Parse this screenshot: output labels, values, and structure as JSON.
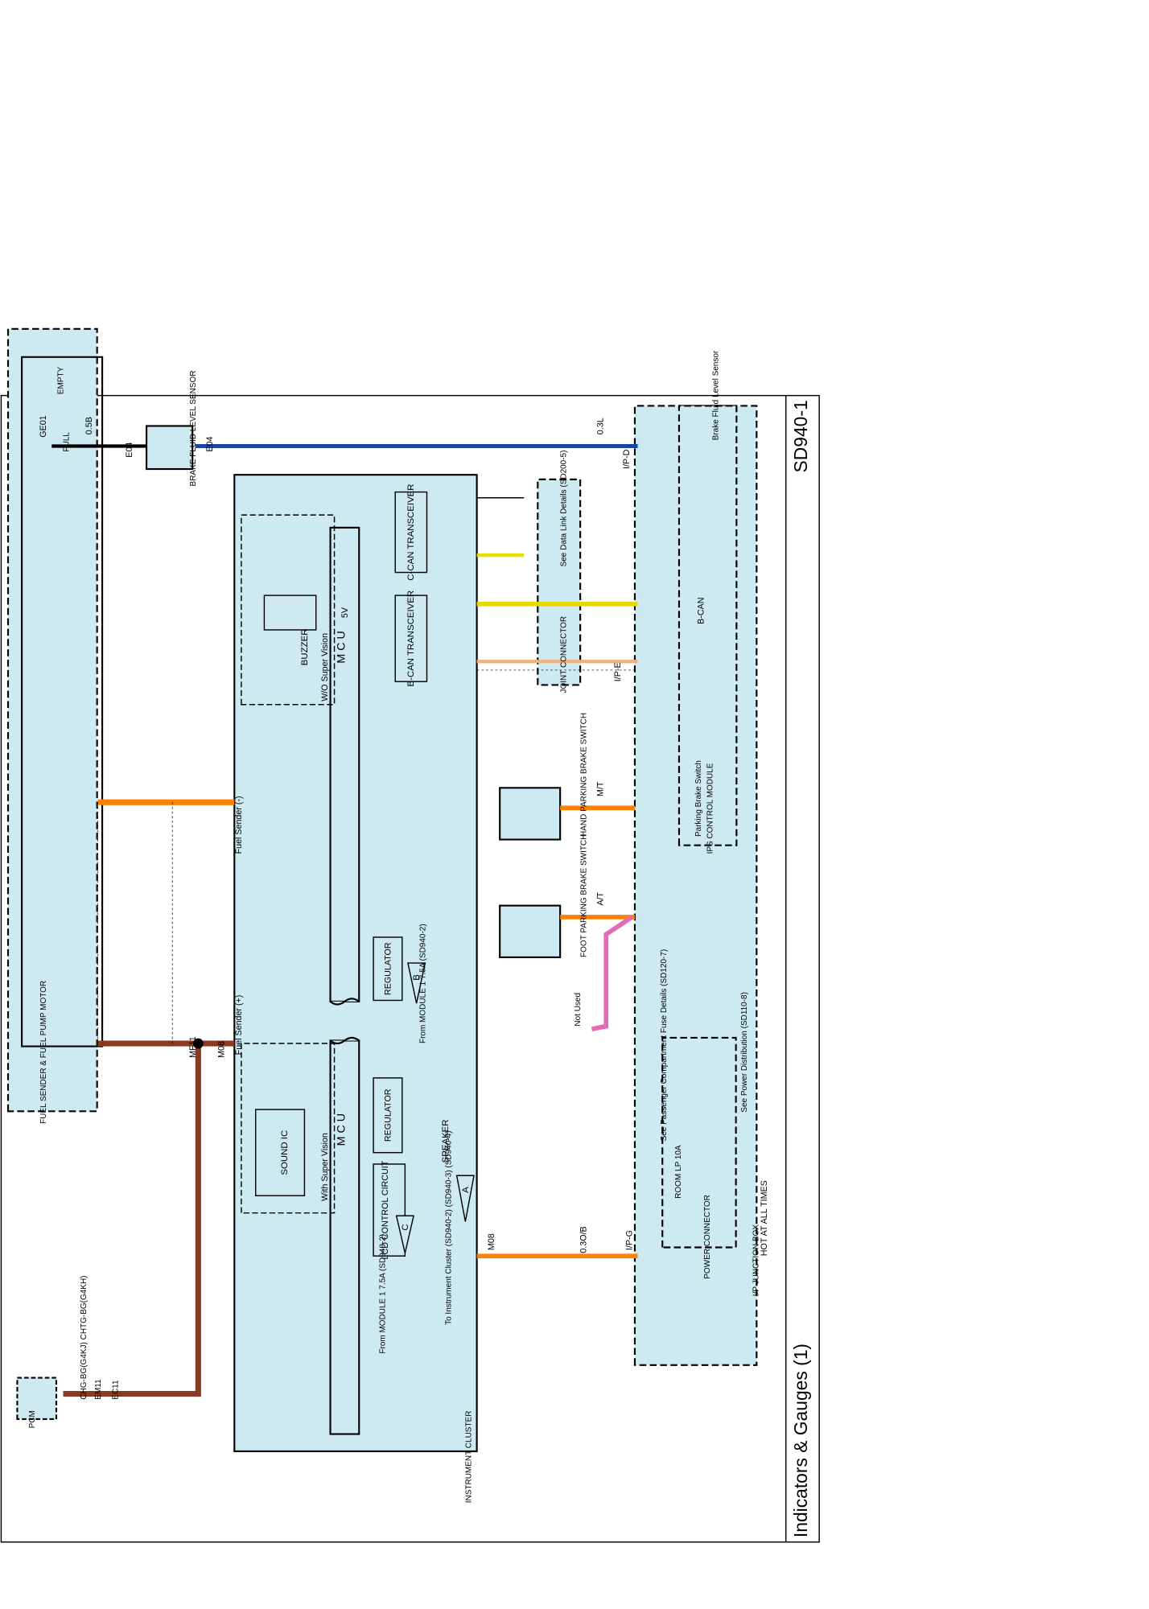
{
  "title": "Indicators & Gauges (1)",
  "page_code": "SD940-1",
  "labels": {
    "ccan_transceiver": "C-CAN TRANSCEIVER",
    "bcan_transceiver": "B-CAN TRANSCEIVER",
    "regulator": "REGULATOR",
    "lcd_control": "LCD CONTROL CIRCUIT",
    "sound_ic": "SOUND IC",
    "speaker": "SPEAKER",
    "buzzer": "BUZZER",
    "five_v": "5V",
    "mcu": "M C U",
    "wo_super_vision": "W/O Super Vision",
    "with_super_vision": "With Super Vision",
    "tri_a": "A",
    "tri_b": "B",
    "tri_c": "C",
    "ge01": "GE01",
    "w_05b": "0.5B",
    "e04": "E04",
    "brake_fluid_sensor": "BRAKE FLUID LEVEL SENSOR",
    "w_03l": "0.3L",
    "ip_d": "I/P-D",
    "brake_fluid_level_sensor": "Brake Fluid Level Sensor",
    "see_data_link": "See Data Link Details (SD200-5)",
    "bcan": "B-CAN",
    "ip_e": "I/P-E",
    "joint_connector": "JOINT CONNECTOR",
    "parking_brake_switch": "Parking Brake Switch",
    "ips_control_module": "IPS CONTROL MODULE",
    "mt": "M/T",
    "at": "A/T",
    "hand_parking": "HAND PARKING BRAKE SWITCH",
    "foot_parking": "FOOT PARKING BRAKE SWITCH",
    "not_used": "Not Used",
    "fuel_sender_neg": "Fuel Sender (-)",
    "fuel_sender_pos": "Fuel Sender (+)",
    "full": "FULL",
    "empty": "EMPTY",
    "fuel_sender_pump": "FUEL SENDER & FUEL PUMP MOTOR",
    "mf11": "MF11",
    "m08": "M08",
    "ip_g": "I/P-G",
    "w_03ob": "0.3O/B",
    "room_lp": "ROOM LP 10A",
    "power_connector": "POWER CONNECTOR",
    "ip_junction_box": "I/P JUNCTION BOX",
    "hot_at_all_times": "HOT AT ALL TIMES",
    "see_power_distribution": "See Power Distribution (SD110-8)",
    "see_passenger": "See Passenger Compartment Fuse Details (SD120-7)",
    "instrument_cluster": "INSTRUMENT CLUSTER",
    "to_instrument_cluster": "To Instrument Cluster (SD940-2) (SD940-3) (SD940-4)",
    "from_module": "From MODULE 1 7.5A (SD940-2)",
    "pcm": "PCM",
    "chg_bg": "CHG-BG(G4KJ) CHTG-BG(G4KH)",
    "em11": "EM11",
    "ec11": "EC11"
  }
}
